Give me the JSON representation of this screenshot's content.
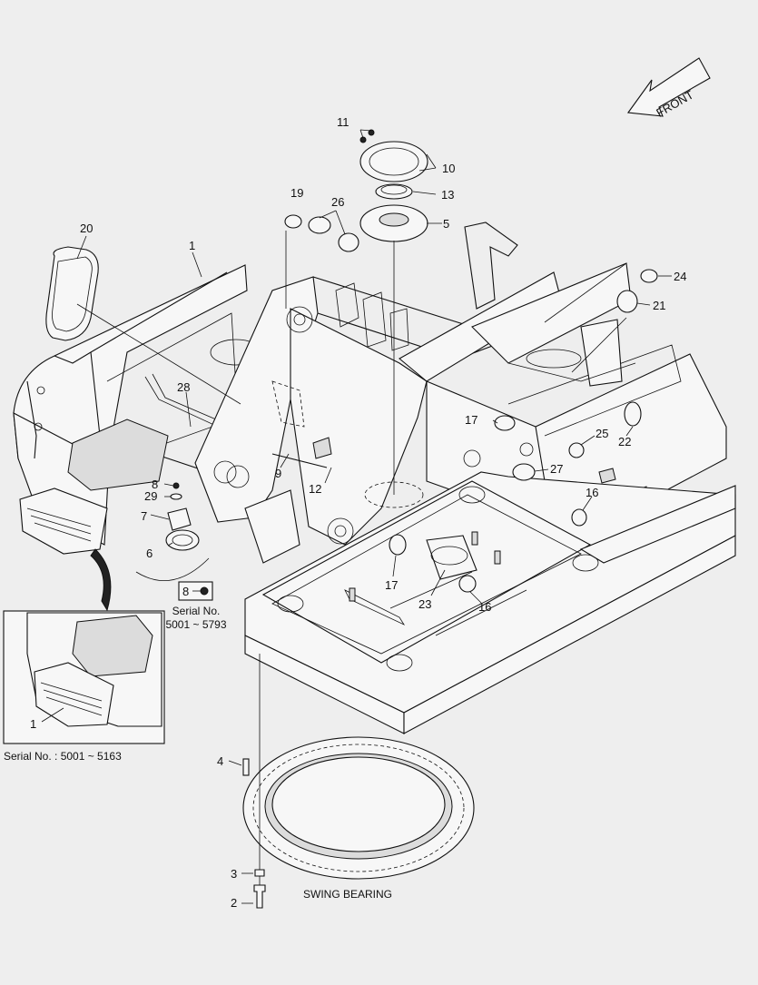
{
  "front_label": "FRONT",
  "callouts": [
    {
      "id": "c1a",
      "label": "1"
    },
    {
      "id": "c1b",
      "label": "1"
    },
    {
      "id": "c2",
      "label": "2"
    },
    {
      "id": "c3",
      "label": "3"
    },
    {
      "id": "c4",
      "label": "4"
    },
    {
      "id": "c5",
      "label": "5"
    },
    {
      "id": "c6",
      "label": "6"
    },
    {
      "id": "c7",
      "label": "7"
    },
    {
      "id": "c8",
      "label": "8"
    },
    {
      "id": "c8b",
      "label": "8"
    },
    {
      "id": "c9",
      "label": "9"
    },
    {
      "id": "c10",
      "label": "10"
    },
    {
      "id": "c11",
      "label": "11"
    },
    {
      "id": "c12",
      "label": "12"
    },
    {
      "id": "c13",
      "label": "13"
    },
    {
      "id": "c16a",
      "label": "16"
    },
    {
      "id": "c16b",
      "label": "16"
    },
    {
      "id": "c17a",
      "label": "17"
    },
    {
      "id": "c17b",
      "label": "17"
    },
    {
      "id": "c19",
      "label": "19"
    },
    {
      "id": "c20",
      "label": "20"
    },
    {
      "id": "c21",
      "label": "21"
    },
    {
      "id": "c22",
      "label": "22"
    },
    {
      "id": "c23",
      "label": "23"
    },
    {
      "id": "c24",
      "label": "24"
    },
    {
      "id": "c25",
      "label": "25"
    },
    {
      "id": "c26",
      "label": "26"
    },
    {
      "id": "c27",
      "label": "27"
    },
    {
      "id": "c28",
      "label": "28"
    },
    {
      "id": "c29",
      "label": "29"
    }
  ],
  "notes": {
    "serial_range_part8_line1": "Serial No.",
    "serial_range_part8_line2": "5001 ~ 5793",
    "inset_serial": "Serial No. : 5001 ~ 5163",
    "swing_bearing": "SWING BEARING"
  }
}
